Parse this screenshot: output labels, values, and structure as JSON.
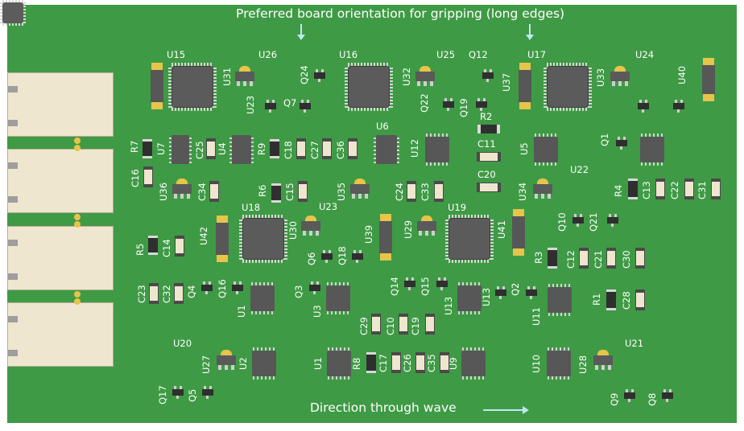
{
  "annotations": {
    "top_note": "Preferred board orientation for gripping (long edges)",
    "bottom_note": "Direction through wave"
  },
  "colors": {
    "board": "#3f9a45",
    "connector": "#efe6cf",
    "chip": "#5b5b5b",
    "arrow": "#bfe8f5",
    "accent": "#e7c44a"
  },
  "components": {
    "U15": "U15",
    "U26": "U26",
    "U16": "U16",
    "U25": "U25",
    "Q12": "Q12",
    "U17": "U17",
    "U24": "U24",
    "U31": "U31",
    "Q24": "Q24",
    "U32": "U32",
    "U37": "U37",
    "U33": "U33",
    "U40": "U40",
    "U23a": "U23",
    "Q7": "Q7",
    "Q22": "Q22",
    "Q19": "Q19",
    "R2": "R2",
    "R7": "R7",
    "U7": "U7",
    "C25": "C25",
    "U4": "U4",
    "R9": "R9",
    "C18": "C18",
    "C27": "C27",
    "C36": "C36",
    "U6": "U6",
    "U12": "U12",
    "C11": "C11",
    "U5": "U5",
    "Q1": "Q1",
    "C16": "C16",
    "U36": "U36",
    "C34": "C34",
    "R6": "R6",
    "C15": "C15",
    "U35": "U35",
    "C24": "C24",
    "C33": "C33",
    "C20": "C20",
    "U34": "U34",
    "U22": "U22",
    "R4": "R4",
    "C13": "C13",
    "C22": "C22",
    "C31": "C31",
    "U42": "U42",
    "U18": "U18",
    "U30": "U30",
    "U23b": "U23",
    "U39": "U39",
    "U29": "U29",
    "U19": "U19",
    "U41": "U41",
    "Q10": "Q10",
    "Q21": "Q21",
    "R5": "R5",
    "C14": "C14",
    "Q6": "Q6",
    "Q18": "Q18",
    "R3": "R3",
    "C12": "C12",
    "C21": "C21",
    "C30": "C30",
    "C23": "C23",
    "C32": "C32",
    "Q4": "Q4",
    "Q16": "Q16",
    "U1a": "U1",
    "Q3": "Q3",
    "U3": "U3",
    "Q14": "Q14",
    "Q15": "Q15",
    "U13a": "U13",
    "U13b": "U13",
    "Q2": "Q2",
    "U11": "U11",
    "R1": "R1",
    "C28": "C28",
    "C29": "C29",
    "C10": "C10",
    "C19": "C19",
    "U20": "U20",
    "U27": "U27",
    "U2": "U2",
    "U1b": "U1",
    "R8": "R8",
    "C17": "C17",
    "C26": "C26",
    "C35": "C35",
    "U9": "U9",
    "U10": "U10",
    "U28": "U28",
    "U21": "U21",
    "Q17": "Q17",
    "Q5": "Q5",
    "Q9": "Q9",
    "Q8": "Q8"
  }
}
